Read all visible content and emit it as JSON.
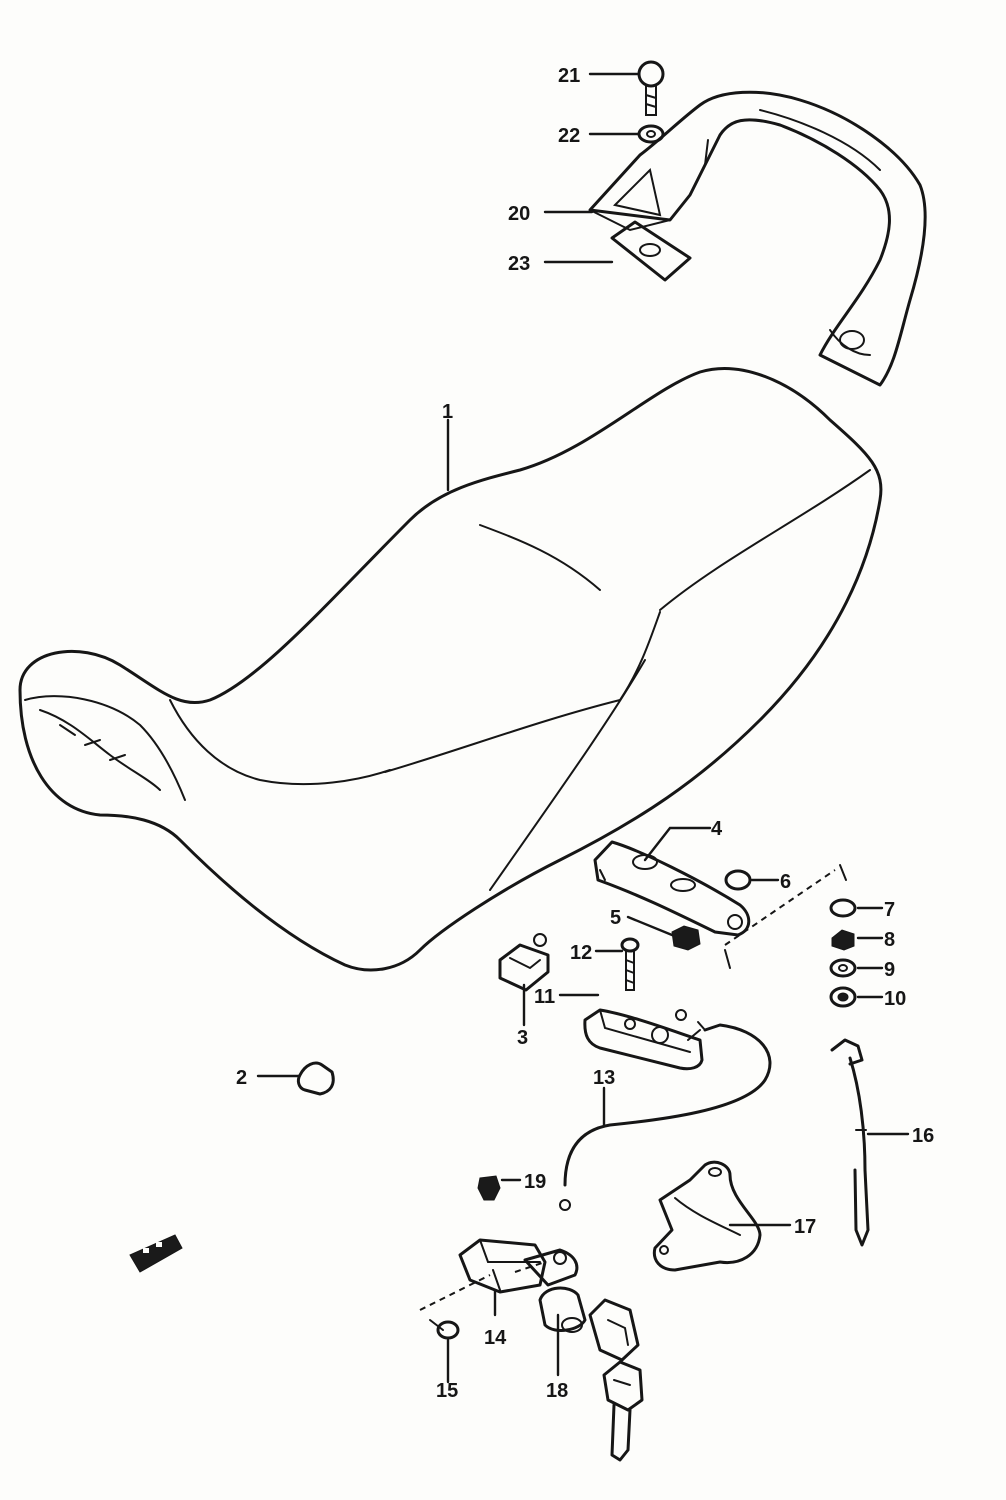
{
  "callouts": {
    "c1": "1",
    "c2": "2",
    "c3": "3",
    "c4": "4",
    "c5": "5",
    "c6": "6",
    "c7": "7",
    "c8": "8",
    "c9": "9",
    "c10": "10",
    "c11": "11",
    "c12": "12",
    "c13": "13",
    "c14": "14",
    "c15": "15",
    "c16": "16",
    "c17": "17",
    "c18": "18",
    "c19": "19",
    "c20": "20",
    "c21": "21",
    "c22": "22",
    "c23": "23"
  },
  "icons": {
    "front_arrow": "front-direction-arrow-icon"
  },
  "colors": {
    "ink": "#161616",
    "paper": "#fdfdfb"
  }
}
